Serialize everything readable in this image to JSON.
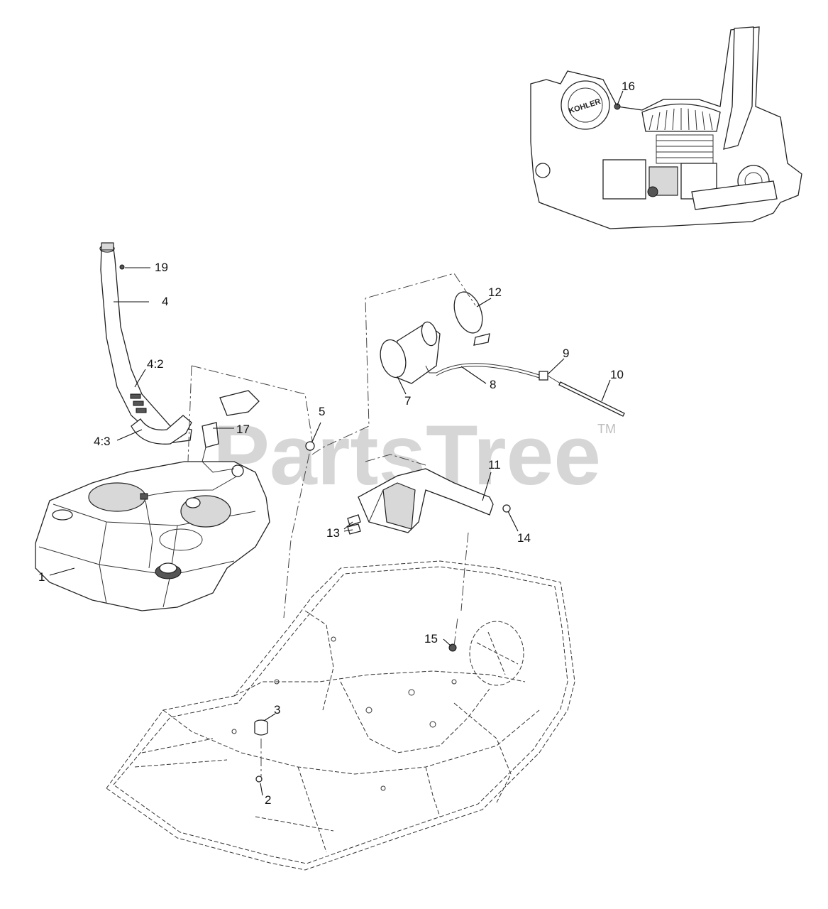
{
  "watermark": {
    "text": "PartsTree",
    "trademark": "TM"
  },
  "engine_inset": {
    "brand_text": "KOHLER"
  },
  "callouts": [
    {
      "id": "c1",
      "label": "1"
    },
    {
      "id": "c2",
      "label": "2"
    },
    {
      "id": "c3",
      "label": "3"
    },
    {
      "id": "c4",
      "label": "4"
    },
    {
      "id": "c4-2",
      "label": "4:2"
    },
    {
      "id": "c4-3",
      "label": "4:3"
    },
    {
      "id": "c5",
      "label": "5"
    },
    {
      "id": "c7",
      "label": "7"
    },
    {
      "id": "c8",
      "label": "8"
    },
    {
      "id": "c9",
      "label": "9"
    },
    {
      "id": "c10",
      "label": "10"
    },
    {
      "id": "c11",
      "label": "11"
    },
    {
      "id": "c12",
      "label": "12"
    },
    {
      "id": "c13",
      "label": "13"
    },
    {
      "id": "c14",
      "label": "14"
    },
    {
      "id": "c15",
      "label": "15"
    },
    {
      "id": "c16",
      "label": "16"
    },
    {
      "id": "c17",
      "label": "17"
    },
    {
      "id": "c19",
      "label": "19"
    }
  ]
}
